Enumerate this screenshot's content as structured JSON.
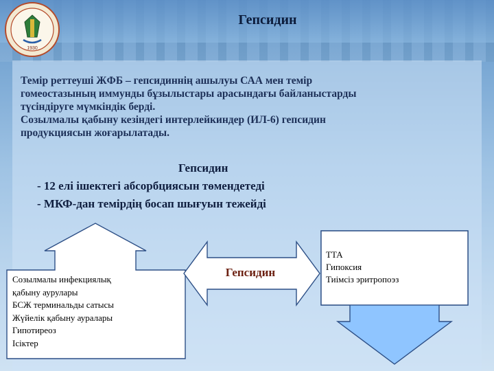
{
  "slide": {
    "title": "Гепсидин",
    "paragraph_lines": [
      "Темір реттеуші ЖФБ – гепсидиннің ашылуы САА мен темір",
      "гомеостазының иммунды бұзылыстары арасындағы байланыстарды",
      "түсіндіруге мүмкіндік берді.",
      "Созылмалы қабыну кезіндегі интерлейкиндер (ИЛ-6) гепсидин",
      "продукциясын жоғарылатады."
    ],
    "center_heading": "Гепсидин",
    "center_lines": [
      "- 12 елі ішектегі абсорбциясын төмендетеді",
      "- МКФ-дан темірдің босап шығуын тежейді"
    ],
    "left_box_lines": [
      "Созылмалы инфекциялық",
      "қабыну аурулары",
      "БСЖ терминальды сатысы",
      "Жүйелік қабыну ауралары",
      "Гипотиреоз",
      "Ісіктер"
    ],
    "middle_label": "Гепсидин",
    "right_box_lines": [
      "ТТА",
      "Гипоксия",
      "Тиімсіз эритропоэз"
    ]
  },
  "logo": {
    "year": "1930"
  },
  "colors": {
    "arrow_fill": "#ffffff",
    "arrow_stroke": "#2d4f86",
    "down_arrow_fill": "#8fc5ff",
    "title_text": "#0b1b3a",
    "body_text": "#1c2f57",
    "label_accent": "#6b1f10"
  }
}
